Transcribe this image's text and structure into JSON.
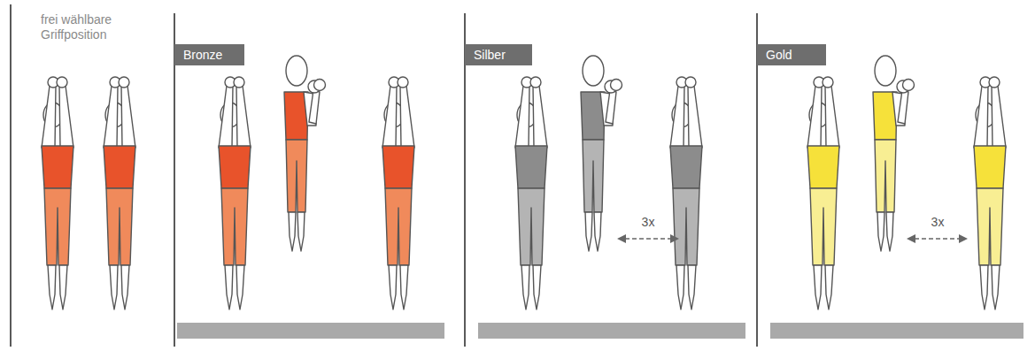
{
  "diagram": {
    "nodes": [
      {
        "text": [
          "Bronze"
        ]
      },
      {
        "text": [
          "Silber"
        ]
      },
      {
        "text": [
          "Gold"
        ]
      }
    ],
    "labels": [
      "frei wählbare Griffposition",
      "3x",
      "3x"
    ]
  }
}
